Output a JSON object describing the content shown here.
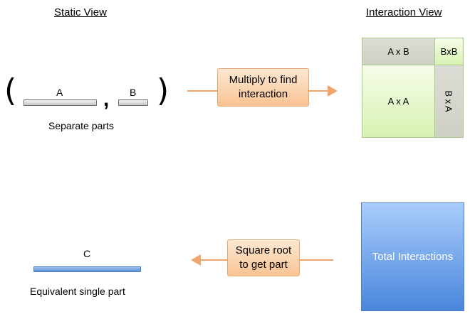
{
  "static_view": {
    "heading": "Static View",
    "part_a_label": "A",
    "part_b_label": "B",
    "open_paren": "(",
    "close_paren": ")",
    "comma": ",",
    "caption": "Separate parts"
  },
  "interaction_view": {
    "heading": "Interaction View",
    "cells": {
      "ab": "A x B",
      "bb": "BxB",
      "aa": "A x A",
      "ba": "B x A"
    },
    "total": "Total Interactions"
  },
  "multiply_callout": {
    "line1": "Multiply to find",
    "line2": "interaction"
  },
  "sqrt_callout": {
    "line1": "Square root",
    "line2": "to get part"
  },
  "single_part": {
    "label": "C",
    "caption": "Equivalent single part"
  },
  "colors": {
    "arrow": "#f2a56b",
    "grey_bar": "#c8c8c8",
    "blue_bar": "#5f8fd6",
    "callout_fill": "#fbd3ad",
    "total_fill": "#6a9fe6"
  }
}
